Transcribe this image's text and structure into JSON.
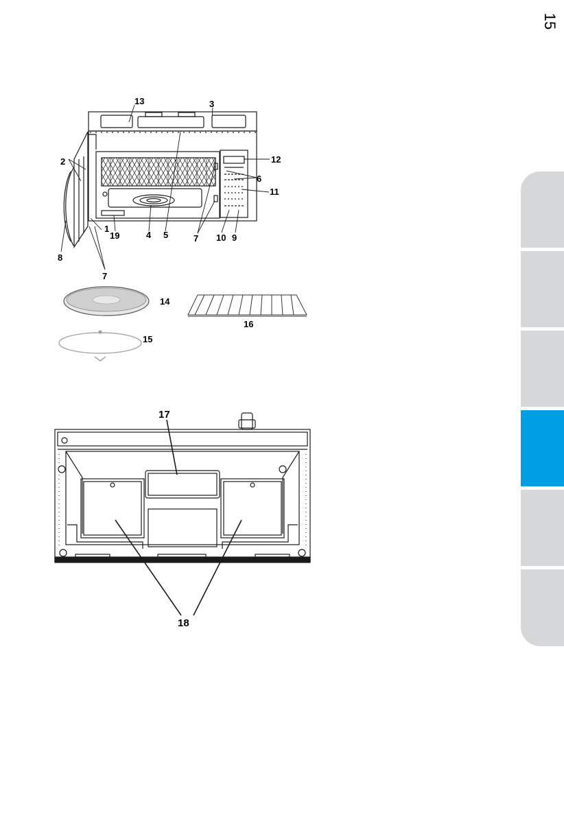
{
  "page_number": "15",
  "side_tabs": {
    "count": 6,
    "active_index": 3,
    "active_color": "#009fe3",
    "inactive_color": "#d6d7d9"
  },
  "front_view_callouts": {
    "c13": "13",
    "c3": "3",
    "c2": "2",
    "c12": "12",
    "c6": "6",
    "c11": "11",
    "c1": "1",
    "c19": "19",
    "c4": "4",
    "c5": "5",
    "c7a": "7",
    "c10": "10",
    "c9": "9",
    "c8": "8",
    "c7b": "7"
  },
  "accessory_callouts": {
    "c14": "14",
    "c16": "16",
    "c15": "15"
  },
  "bottom_view_callouts": {
    "c17": "17",
    "c18": "18"
  }
}
